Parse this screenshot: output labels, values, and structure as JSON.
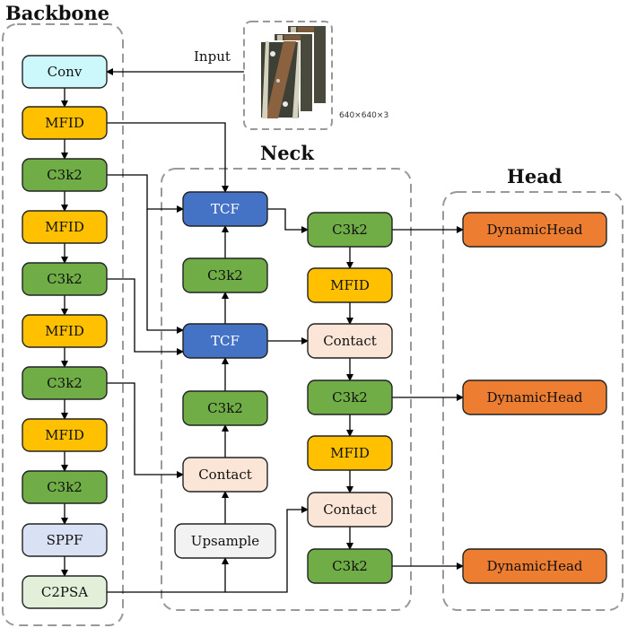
{
  "groups": {
    "backbone": "Backbone",
    "neck": "Neck",
    "head": "Head"
  },
  "input": {
    "label": "Input",
    "size": "640×640×3"
  },
  "backbone_nodes": [
    {
      "id": "conv",
      "label": "Conv",
      "kind": "conv"
    },
    {
      "id": "mfid1",
      "label": "MFID",
      "kind": "mfid"
    },
    {
      "id": "c3k2_1",
      "label": "C3k2",
      "kind": "c3k2"
    },
    {
      "id": "mfid2",
      "label": "MFID",
      "kind": "mfid"
    },
    {
      "id": "c3k2_2",
      "label": "C3k2",
      "kind": "c3k2"
    },
    {
      "id": "mfid3",
      "label": "MFID",
      "kind": "mfid"
    },
    {
      "id": "c3k2_3",
      "label": "C3k2",
      "kind": "c3k2"
    },
    {
      "id": "mfid4",
      "label": "MFID",
      "kind": "mfid"
    },
    {
      "id": "c3k2_4",
      "label": "C3k2",
      "kind": "c3k2"
    },
    {
      "id": "sppf",
      "label": "SPPF",
      "kind": "sppf"
    },
    {
      "id": "c2psa",
      "label": "C2PSA",
      "kind": "c2psa"
    }
  ],
  "neck_left_nodes": [
    {
      "id": "tcf1",
      "label": "TCF",
      "kind": "tcf"
    },
    {
      "id": "n_c3k2_a",
      "label": "C3k2",
      "kind": "c3k2"
    },
    {
      "id": "tcf2",
      "label": "TCF",
      "kind": "tcf"
    },
    {
      "id": "n_c3k2_b",
      "label": "C3k2",
      "kind": "c3k2"
    },
    {
      "id": "contact1",
      "label": "Contact",
      "kind": "contact"
    },
    {
      "id": "upsample",
      "label": "Upsample",
      "kind": "upsample"
    }
  ],
  "neck_right_nodes": [
    {
      "id": "n_c3k2_c",
      "label": "C3k2",
      "kind": "c3k2"
    },
    {
      "id": "n_mfid_a",
      "label": "MFID",
      "kind": "mfid"
    },
    {
      "id": "contact2",
      "label": "Contact",
      "kind": "contact"
    },
    {
      "id": "n_c3k2_d",
      "label": "C3k2",
      "kind": "c3k2"
    },
    {
      "id": "n_mfid_b",
      "label": "MFID",
      "kind": "mfid"
    },
    {
      "id": "contact3",
      "label": "Contact",
      "kind": "contact"
    },
    {
      "id": "n_c3k2_e",
      "label": "C3k2",
      "kind": "c3k2"
    }
  ],
  "head_nodes": [
    {
      "id": "dh1",
      "label": "DynamicHead",
      "kind": "dynhead"
    },
    {
      "id": "dh2",
      "label": "DynamicHead",
      "kind": "dynhead"
    },
    {
      "id": "dh3",
      "label": "DynamicHead",
      "kind": "dynhead"
    }
  ],
  "colors": {
    "conv": "#ccf8fc",
    "mfid": "#ffc000",
    "c3k2": "#70ad47",
    "sppf": "#d9e1f5",
    "c2psa": "#e2f0d9",
    "tcf": "#4472c4",
    "contact": "#fbe5d6",
    "upsample": "#f2f2f2",
    "dynhead": "#ed7d31",
    "stroke": "#222222",
    "group_border": "#999999"
  }
}
